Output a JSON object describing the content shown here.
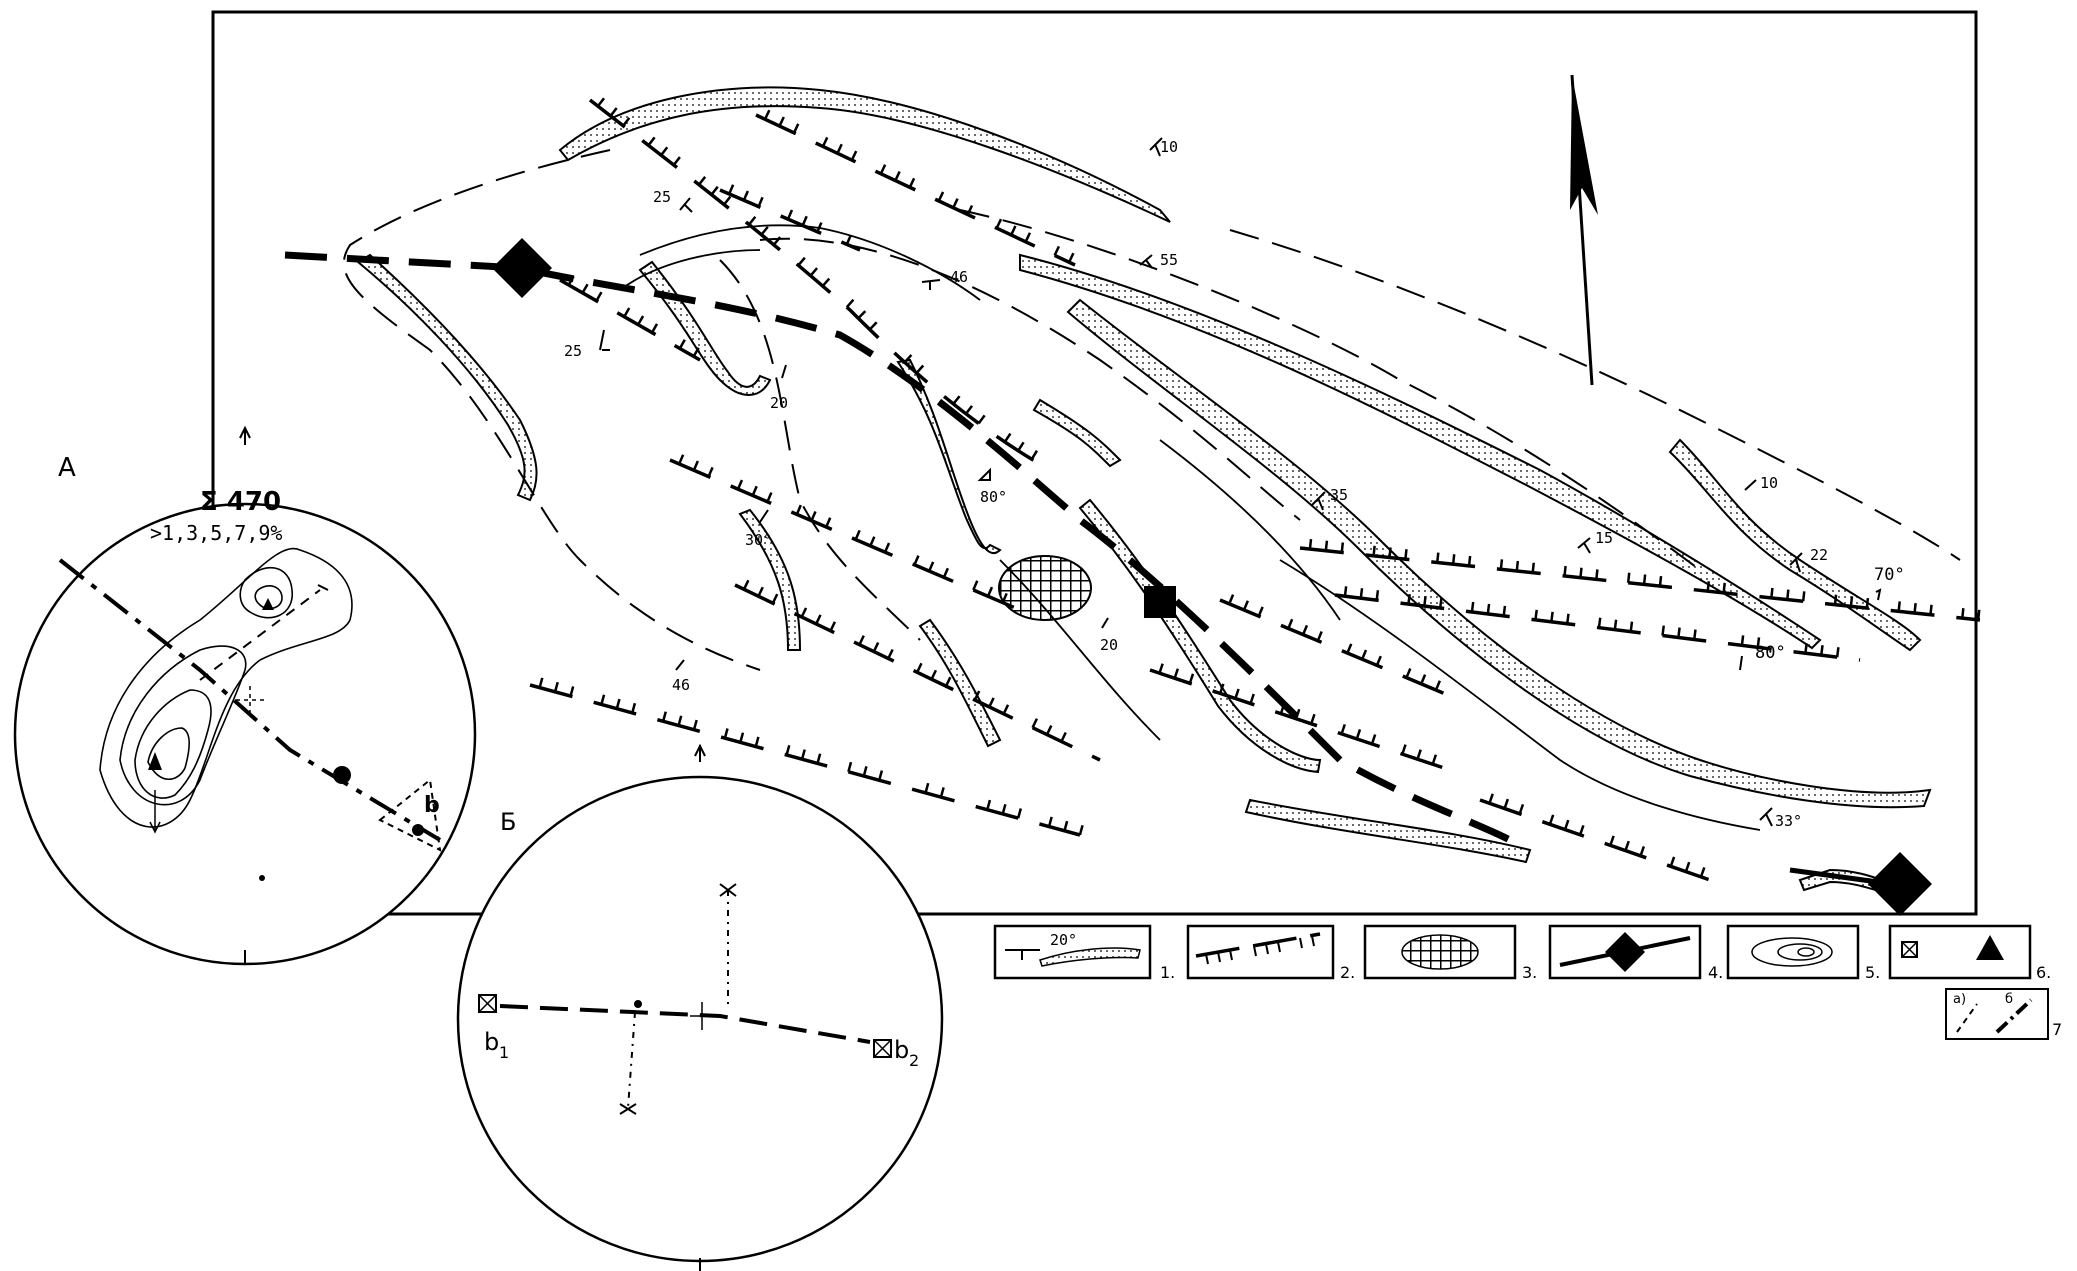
{
  "stereonet_a": {
    "label": "А",
    "sum": "Σ 470",
    "contours": ">1,3,5,7,9%",
    "axis_label": "b"
  },
  "stereonet_b": {
    "label": "Б",
    "b1": "b",
    "b1_sub": "1",
    "b2": "b",
    "b2_sub": "2"
  },
  "dips": [
    "10",
    "25",
    "46",
    "55",
    "25",
    "20",
    "80°",
    "35",
    "30°",
    "20",
    "15",
    "10",
    "22",
    "70°",
    "80°",
    "46",
    "33°"
  ],
  "legend": {
    "items": [
      {
        "num": "1.",
        "sample": "20°"
      },
      {
        "num": "2."
      },
      {
        "num": "3."
      },
      {
        "num": "4."
      },
      {
        "num": "5."
      },
      {
        "num": "6."
      },
      {
        "num": "7",
        "sub_a": "а)",
        "sub_b": "б"
      }
    ]
  }
}
